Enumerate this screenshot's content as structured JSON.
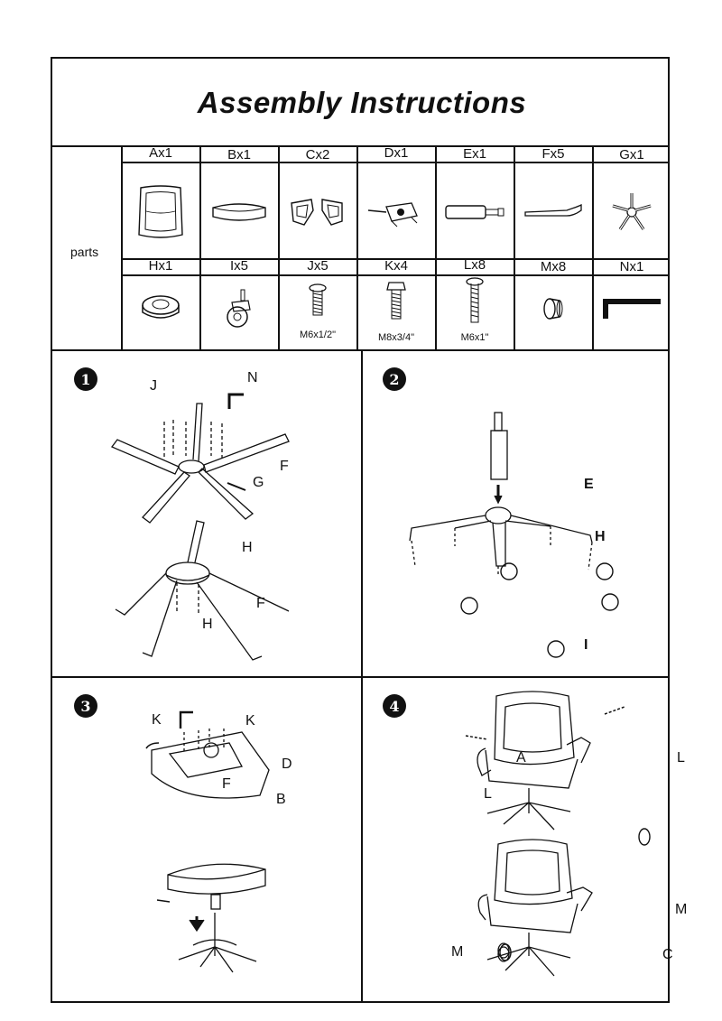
{
  "title": "Assembly  Instructions",
  "parts_label": "parts",
  "parts_row1": [
    {
      "label": "Ax1",
      "icon": "seat-back-icon"
    },
    {
      "label": "Bx1",
      "icon": "seat-cushion-icon"
    },
    {
      "label": "Cx2",
      "icon": "armrest-pair-icon"
    },
    {
      "label": "Dx1",
      "icon": "tilt-mechanism-icon"
    },
    {
      "label": "Ex1",
      "icon": "gas-cylinder-icon"
    },
    {
      "label": "Fx5",
      "icon": "base-leg-icon"
    },
    {
      "label": "Gx1",
      "icon": "star-base-icon"
    }
  ],
  "parts_row2": [
    {
      "label": "Hx1",
      "icon": "base-hub-icon",
      "spec": ""
    },
    {
      "label": "Ix5",
      "icon": "caster-icon",
      "spec": ""
    },
    {
      "label": "Jx5",
      "icon": "screw-icon",
      "spec": "M6x1/2\""
    },
    {
      "label": "Kx4",
      "icon": "bolt-icon",
      "spec": "M8x3/4\""
    },
    {
      "label": "Lx8",
      "icon": "long-screw-icon",
      "spec": "M6x1\""
    },
    {
      "label": "Mx8",
      "icon": "cap-icon",
      "spec": ""
    },
    {
      "label": "Nx1",
      "icon": "allen-key-icon",
      "spec": ""
    }
  ],
  "steps": [
    {
      "num": "1",
      "callouts": {
        "j": "J",
        "n": "N",
        "f1": "F",
        "g": "G",
        "h1": "H",
        "f2": "F",
        "h2": "H"
      }
    },
    {
      "num": "2",
      "callouts": {
        "e": "E",
        "h": "H",
        "i": "I"
      }
    },
    {
      "num": "3",
      "callouts": {
        "k1": "K",
        "k2": "K",
        "d": "D",
        "f": "F",
        "b": "B"
      }
    },
    {
      "num": "4",
      "callouts": {
        "a": "A",
        "l1": "L",
        "l2": "L",
        "m1": "M",
        "m2": "M",
        "c": "C"
      }
    }
  ]
}
